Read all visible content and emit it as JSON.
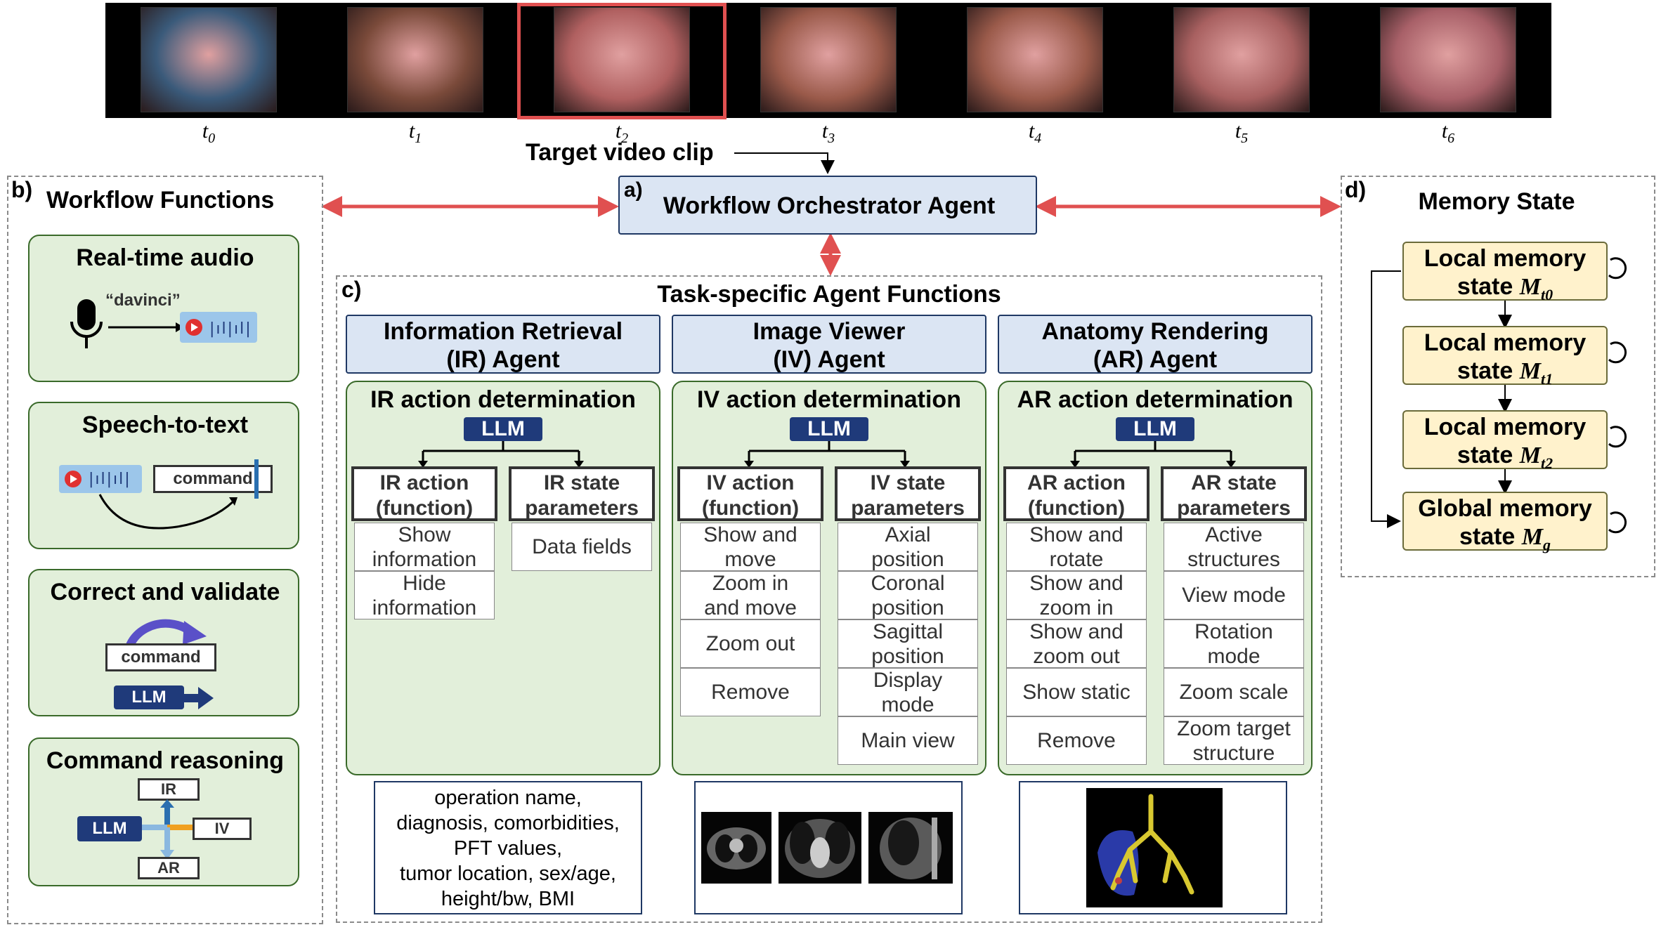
{
  "video": {
    "frames": [
      {
        "t": "t",
        "sub": "0",
        "color": "#3a5a7a"
      },
      {
        "t": "t",
        "sub": "1",
        "color": "#7a4a3a"
      },
      {
        "t": "t",
        "sub": "2",
        "color": "#b06060"
      },
      {
        "t": "t",
        "sub": "3",
        "color": "#9a5a4a"
      },
      {
        "t": "t",
        "sub": "4",
        "color": "#9a5a4a"
      },
      {
        "t": "t",
        "sub": "5",
        "color": "#a86060"
      },
      {
        "t": "t",
        "sub": "6",
        "color": "#a86068"
      }
    ],
    "target_label": "Target video clip",
    "highlight_color": "#e05050"
  },
  "orchestrator": {
    "letter": "a)",
    "title": "Workflow Orchestrator Agent"
  },
  "workflow": {
    "letter": "b)",
    "title": "Workflow Functions",
    "audio": {
      "title": "Real-time audio",
      "wake": "“davinci”"
    },
    "stt": {
      "title": "Speech-to-text",
      "command": "command"
    },
    "validate": {
      "title": "Correct and validate",
      "command": "command",
      "llm": "LLM"
    },
    "reasoning": {
      "title": "Command reasoning",
      "llm": "LLM",
      "ir": "IR",
      "iv": "IV",
      "ar": "AR"
    }
  },
  "task": {
    "letter": "c)",
    "title": "Task-specific Agent Functions",
    "agents": [
      {
        "name_line1": "Information Retrieval",
        "name_line2": "(IR) Agent",
        "action_title": "IR action determination",
        "llm": "LLM",
        "col1_head": [
          "IR action",
          "(function)"
        ],
        "col2_head": [
          "IR state",
          "parameters"
        ],
        "col1": [
          [
            "Show",
            "information"
          ],
          [
            "Hide",
            "information"
          ]
        ],
        "col2": [
          [
            "Data fields"
          ]
        ],
        "output": [
          "operation name,",
          "diagnosis, comorbidities,",
          "PFT values,",
          "tumor location, sex/age,",
          "height/bw, BMI"
        ]
      },
      {
        "name_line1": "Image Viewer",
        "name_line2": "(IV) Agent",
        "action_title": "IV action determination",
        "llm": "LLM",
        "col1_head": [
          "IV action",
          "(function)"
        ],
        "col2_head": [
          "IV state",
          "parameters"
        ],
        "col1": [
          [
            "Show and",
            "move"
          ],
          [
            "Zoom in",
            "and move"
          ],
          [
            "Zoom out"
          ],
          [
            "Remove"
          ]
        ],
        "col2": [
          [
            "Axial",
            "position"
          ],
          [
            "Coronal",
            "position"
          ],
          [
            "Sagittal",
            "position"
          ],
          [
            "Display",
            "mode"
          ],
          [
            "Main view"
          ]
        ]
      },
      {
        "name_line1": "Anatomy Rendering",
        "name_line2": "(AR) Agent",
        "action_title": "AR action determination",
        "llm": "LLM",
        "col1_head": [
          "AR action",
          "(function)"
        ],
        "col2_head": [
          "AR state",
          "parameters"
        ],
        "col1": [
          [
            "Show and",
            "rotate"
          ],
          [
            "Show and",
            "zoom in"
          ],
          [
            "Show and",
            "zoom out"
          ],
          [
            "Show static"
          ],
          [
            "Remove"
          ]
        ],
        "col2": [
          [
            "Active",
            "structures"
          ],
          [
            "View mode"
          ],
          [
            "Rotation",
            "mode"
          ],
          [
            "Zoom scale"
          ],
          [
            "Zoom target",
            "structure"
          ]
        ]
      }
    ]
  },
  "memory": {
    "letter": "d)",
    "title": "Memory State",
    "states": [
      {
        "line1": "Local memory",
        "line2": "state",
        "sym": "M",
        "sub": "t0"
      },
      {
        "line1": "Local memory",
        "line2": "state",
        "sym": "M",
        "sub": "t1"
      },
      {
        "line1": "Local memory",
        "line2": "state",
        "sym": "M",
        "sub": "t2"
      },
      {
        "line1": "Global memory",
        "line2": "state",
        "sym": "M",
        "sub": "g"
      }
    ]
  },
  "colors": {
    "arrow_red": "#e05050",
    "navy": "#1f3a7a",
    "box_blue": "#dbe5f3",
    "box_green": "#e2efda",
    "box_yellow": "#fff2cc"
  }
}
